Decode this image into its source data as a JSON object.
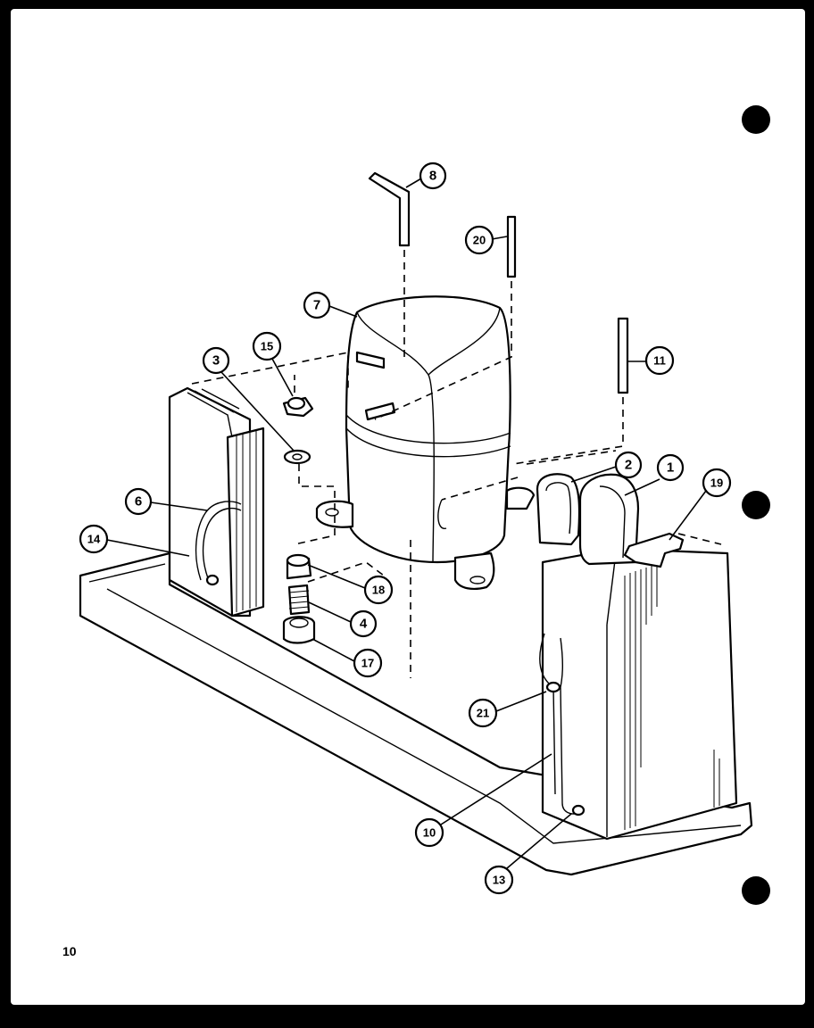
{
  "page_number": "10",
  "callouts": [
    {
      "id": "1",
      "label": "1"
    },
    {
      "id": "2",
      "label": "2"
    },
    {
      "id": "3",
      "label": "3"
    },
    {
      "id": "4",
      "label": "4"
    },
    {
      "id": "6",
      "label": "6"
    },
    {
      "id": "7",
      "label": "7"
    },
    {
      "id": "8",
      "label": "8"
    },
    {
      "id": "10",
      "label": "10"
    },
    {
      "id": "11",
      "label": "11"
    },
    {
      "id": "13",
      "label": "13"
    },
    {
      "id": "14",
      "label": "14"
    },
    {
      "id": "15",
      "label": "15"
    },
    {
      "id": "17",
      "label": "17"
    },
    {
      "id": "18",
      "label": "18"
    },
    {
      "id": "19",
      "label": "19"
    },
    {
      "id": "20",
      "label": "20"
    },
    {
      "id": "21",
      "label": "21"
    }
  ],
  "colors": {
    "ink": "#000000",
    "paper": "#ffffff",
    "background": "#000000"
  }
}
